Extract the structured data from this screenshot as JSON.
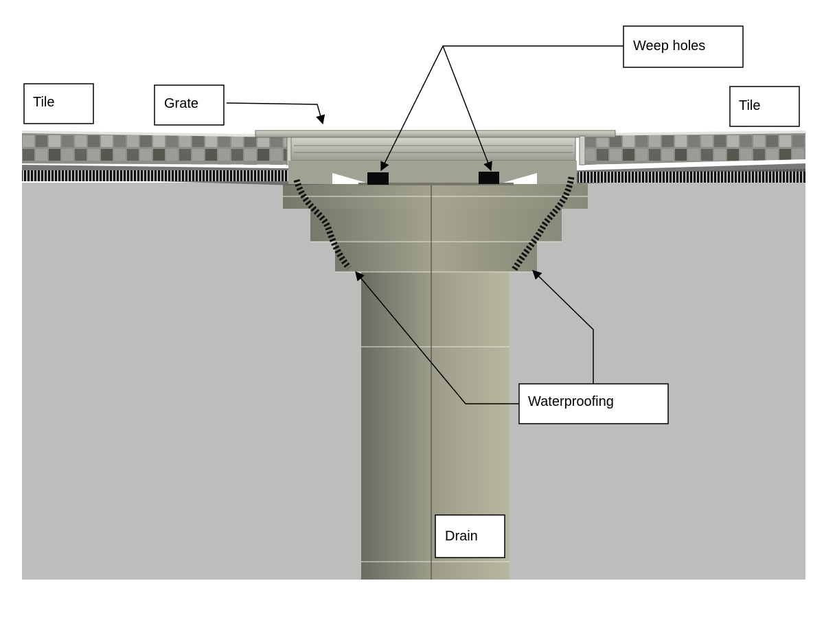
{
  "labels": {
    "tile_left": "Tile",
    "tile_right": "Tile",
    "grate": "Grate",
    "weep_holes": "Weep holes",
    "waterproofing": "Waterproofing",
    "drain": "Drain"
  },
  "colors": {
    "background": "#ffffff",
    "substrate": "#bdbdbb",
    "drain_body_dark": "#6d6d62",
    "drain_body_light": "#b4b49c",
    "tile_dark": "#5d5d58",
    "tile_light": "#a9a9a2",
    "membrane": "#111111",
    "weep_hole": "#0a0a0a"
  }
}
